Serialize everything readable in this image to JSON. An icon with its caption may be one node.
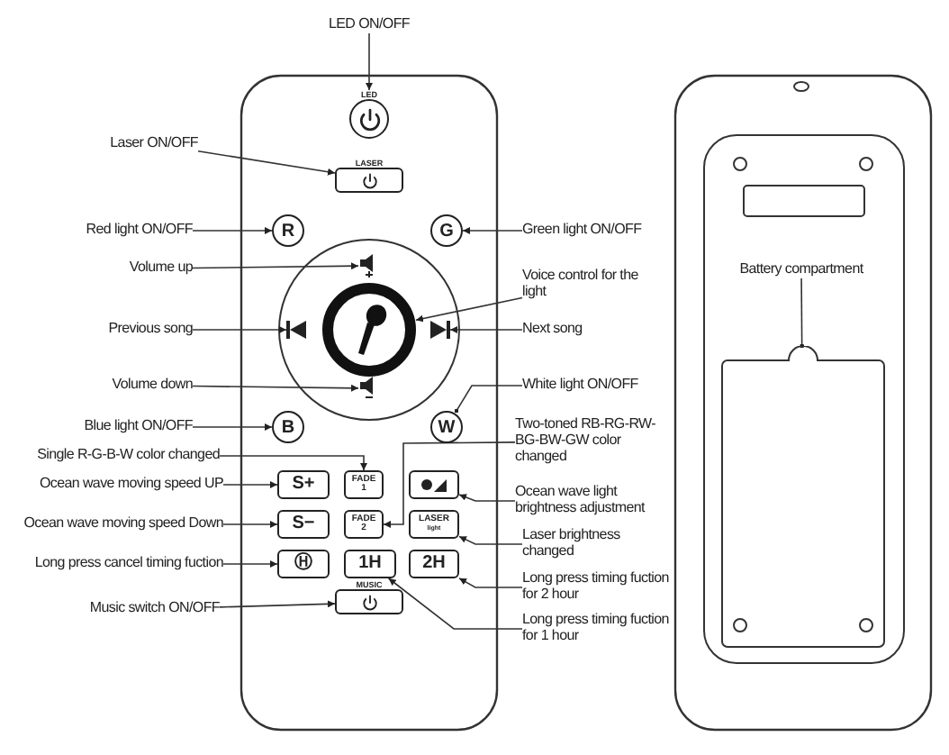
{
  "diagram": {
    "nodes": [
      {
        "text": [
          "LED ON/OFF"
        ]
      },
      {
        "text": [
          "LED"
        ]
      },
      {
        "text": [
          "Laser ON/OFF"
        ]
      },
      {
        "text": [
          "LASER"
        ]
      },
      {
        "text": [
          "Red light ON/OFF"
        ]
      },
      {
        "text": [
          "R"
        ]
      },
      {
        "text": [
          "G"
        ]
      },
      {
        "text": [
          "Green light ON/OFF"
        ]
      },
      {
        "text": [
          "Volume up"
        ]
      },
      {
        "text": [],
        "shape": "picture"
      },
      {
        "text": [
          "Voice control for the light"
        ]
      },
      {
        "text": [],
        "shape": "circle"
      },
      {
        "text": [
          "Previous song"
        ]
      },
      {
        "text": [],
        "shape": "picture"
      },
      {
        "text": [],
        "shape": "picture"
      },
      {
        "text": [
          "Next song"
        ]
      },
      {
        "text": [
          "Volume down"
        ]
      },
      {
        "text": [],
        "shape": "picture"
      },
      {
        "text": [
          "White light ON/OFF"
        ]
      },
      {
        "text": [
          "Blue light ON/OFF"
        ]
      },
      {
        "text": [
          "B"
        ]
      },
      {
        "text": [
          "W"
        ]
      },
      {
        "text": [
          "Two-toned RB-RG-RW-BG-BW-GW color changed"
        ]
      },
      {
        "text": [
          "Single R-G-B-W color changed"
        ]
      },
      {
        "text": [
          "Ocean wave moving speed UP"
        ]
      },
      {
        "text": [
          "S+"
        ]
      },
      {
        "text": [
          "FADE 1"
        ]
      },
      {
        "text": [],
        "shape": "box"
      },
      {
        "text": [
          "Ocean wave light brightness adjustment"
        ]
      },
      {
        "text": [
          "Ocean wave moving speed Down"
        ]
      },
      {
        "text": [
          "S−"
        ]
      },
      {
        "text": [
          "FADE 2"
        ]
      },
      {
        "text": [
          "LASER",
          "light"
        ]
      },
      {
        "text": [
          "Laser brightness changed"
        ]
      },
      {
        "text": [
          "Long press cancel timing fuction"
        ]
      },
      {
        "text": [
          "Ⓗ"
        ]
      },
      {
        "text": [
          "1H"
        ]
      },
      {
        "text": [
          "2H"
        ]
      },
      {
        "text": [
          "Long press timing fuction for 2 hour"
        ]
      },
      {
        "text": [
          "MUSIC"
        ]
      },
      {
        "text": [
          "Music switch ON/OFF"
        ]
      },
      {
        "text": [
          "Long press timing fuction for 1 hour"
        ]
      },
      {
        "text": [
          "Battery compartment"
        ]
      },
      {
        "text": [],
        "shape": "box"
      }
    ],
    "edges": [
      {
        "from": 0,
        "to": 1,
        "arrow": "to"
      },
      {
        "from": 2,
        "to": 3,
        "arrow": "to"
      },
      {
        "from": 4,
        "to": 5,
        "arrow": "to"
      },
      {
        "from": 7,
        "to": 6,
        "arrow": "to"
      },
      {
        "from": 8,
        "to": 9,
        "arrow": "to"
      },
      {
        "from": 10,
        "to": 11,
        "arrow": "to"
      },
      {
        "from": 12,
        "to": 13,
        "arrow": "to"
      },
      {
        "from": 15,
        "to": 14,
        "arrow": "to"
      },
      {
        "from": 16,
        "to": 17,
        "arrow": "to"
      },
      {
        "from": 18,
        "to": 21,
        "arrow": "other"
      },
      {
        "from": 19,
        "to": 20,
        "arrow": "to"
      },
      {
        "from": 22,
        "to": 31,
        "arrow": "to"
      },
      {
        "from": 23,
        "to": 26,
        "arrow": "to"
      },
      {
        "from": 28,
        "to": 27,
        "arrow": "to"
      },
      {
        "from": 24,
        "to": 25,
        "arrow": "to"
      },
      {
        "from": 29,
        "to": 30,
        "arrow": "to"
      },
      {
        "from": 33,
        "to": 32,
        "arrow": "to"
      },
      {
        "from": 34,
        "to": 35,
        "arrow": "to"
      },
      {
        "from": 38,
        "to": 37,
        "arrow": "to"
      },
      {
        "from": 40,
        "to": 39,
        "arrow": "to"
      },
      {
        "from": 41,
        "to": 36,
        "arrow": "to"
      },
      {
        "from": 42,
        "to": 43,
        "arrow": "other"
      }
    ]
  }
}
